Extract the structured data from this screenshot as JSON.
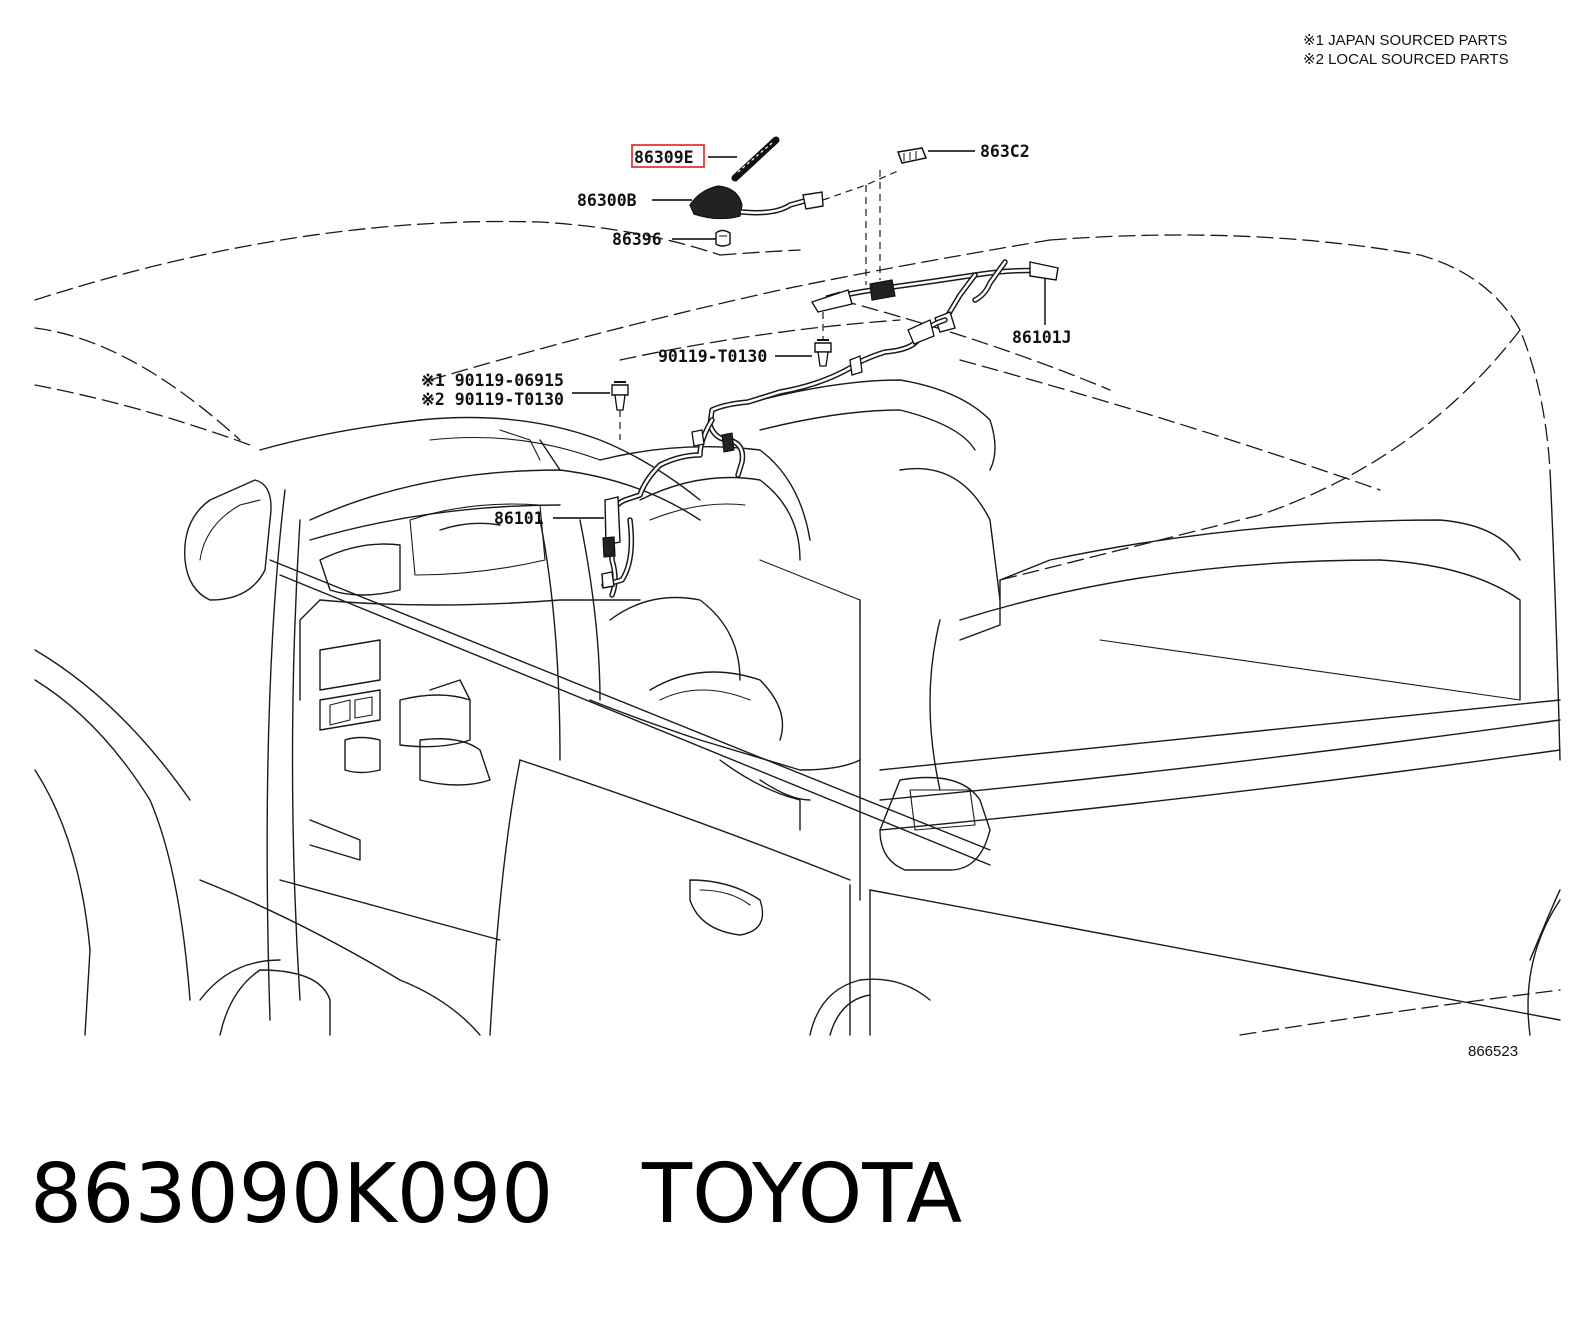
{
  "notes": {
    "japan": "※1 JAPAN SOURCED PARTS",
    "local": "※2 LOCAL SOURCED PARTS"
  },
  "parts": {
    "p86309": "86309E",
    "p86300": "86300B",
    "p86396": "86396",
    "p863C2": "863C2",
    "p86101J": "86101J",
    "bolt1": "90119-T0130",
    "bolt2a": "※1 90119-06915",
    "bolt2b": "※2 90119-T0130",
    "p86101": "86101"
  },
  "highlight_part": "86309E",
  "illustration_number": "866523",
  "caption": {
    "part_number": "863090K090",
    "brand": "TOYOTA"
  },
  "colors": {
    "highlight": "#e02020",
    "line": "#1a1a1a"
  }
}
